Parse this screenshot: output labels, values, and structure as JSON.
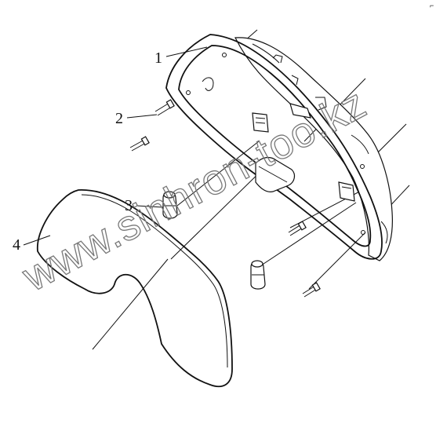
{
  "diagram": {
    "callouts": [
      {
        "id": "1",
        "label": "1"
      },
      {
        "id": "2",
        "label": "2"
      },
      {
        "id": "3",
        "label": "3"
      },
      {
        "id": "4",
        "label": "4"
      }
    ],
    "watermark": "www.sinhron-too.kz",
    "corner_mark": "⌐"
  },
  "colors": {
    "line": "#111111",
    "watermark": "#777777",
    "background": "#ffffff"
  }
}
